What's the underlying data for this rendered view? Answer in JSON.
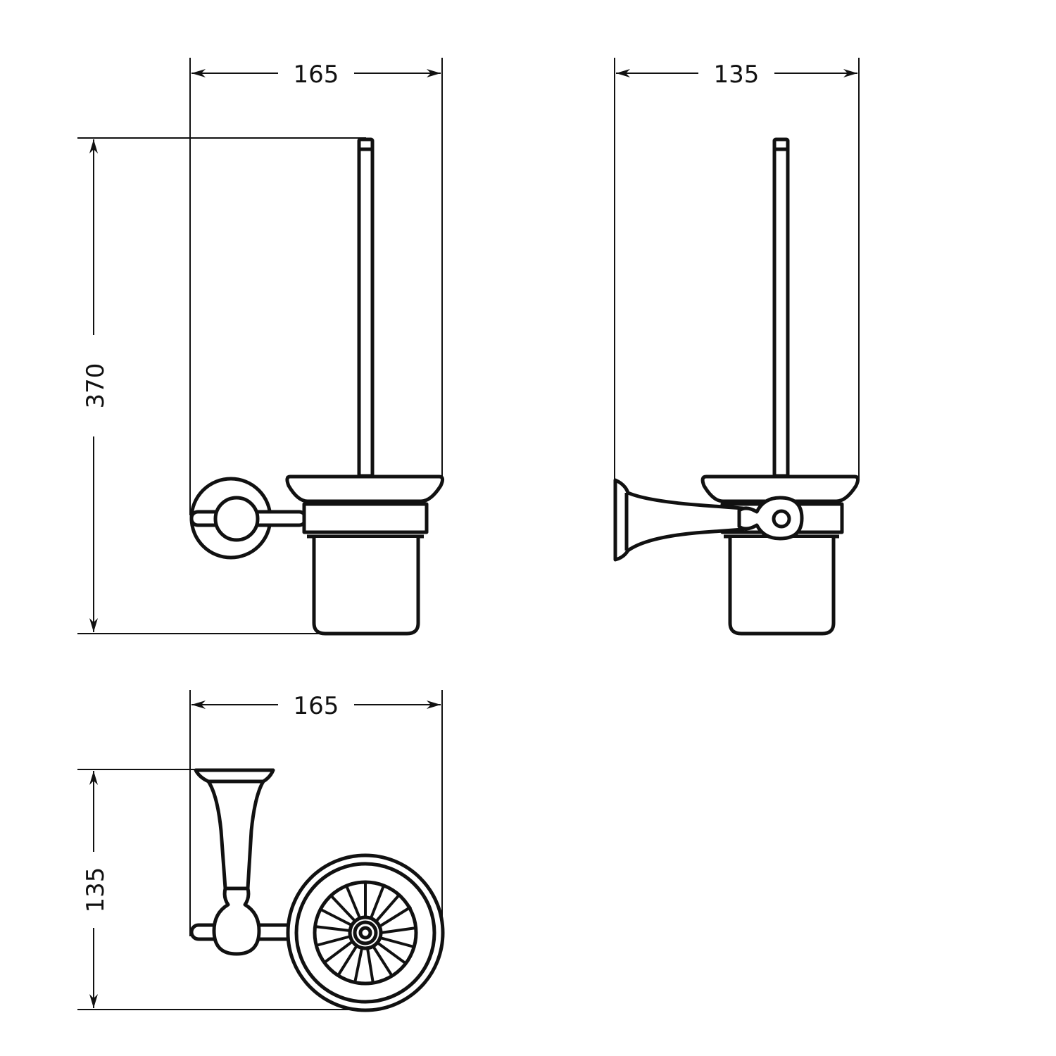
{
  "drawing": {
    "subject": "toilet brush holder dimension drawing",
    "line_color": "#111111",
    "background": "#ffffff",
    "views": [
      {
        "name": "front-view",
        "dimensions": {
          "width": "165",
          "height": "370"
        }
      },
      {
        "name": "side-view",
        "dimensions": {
          "depth": "135"
        }
      },
      {
        "name": "top-view",
        "dimensions": {
          "width": "165",
          "depth": "135"
        }
      }
    ]
  },
  "labels": {
    "front_width": "165",
    "front_height": "370",
    "side_depth": "135",
    "top_width": "165",
    "top_depth": "135"
  }
}
